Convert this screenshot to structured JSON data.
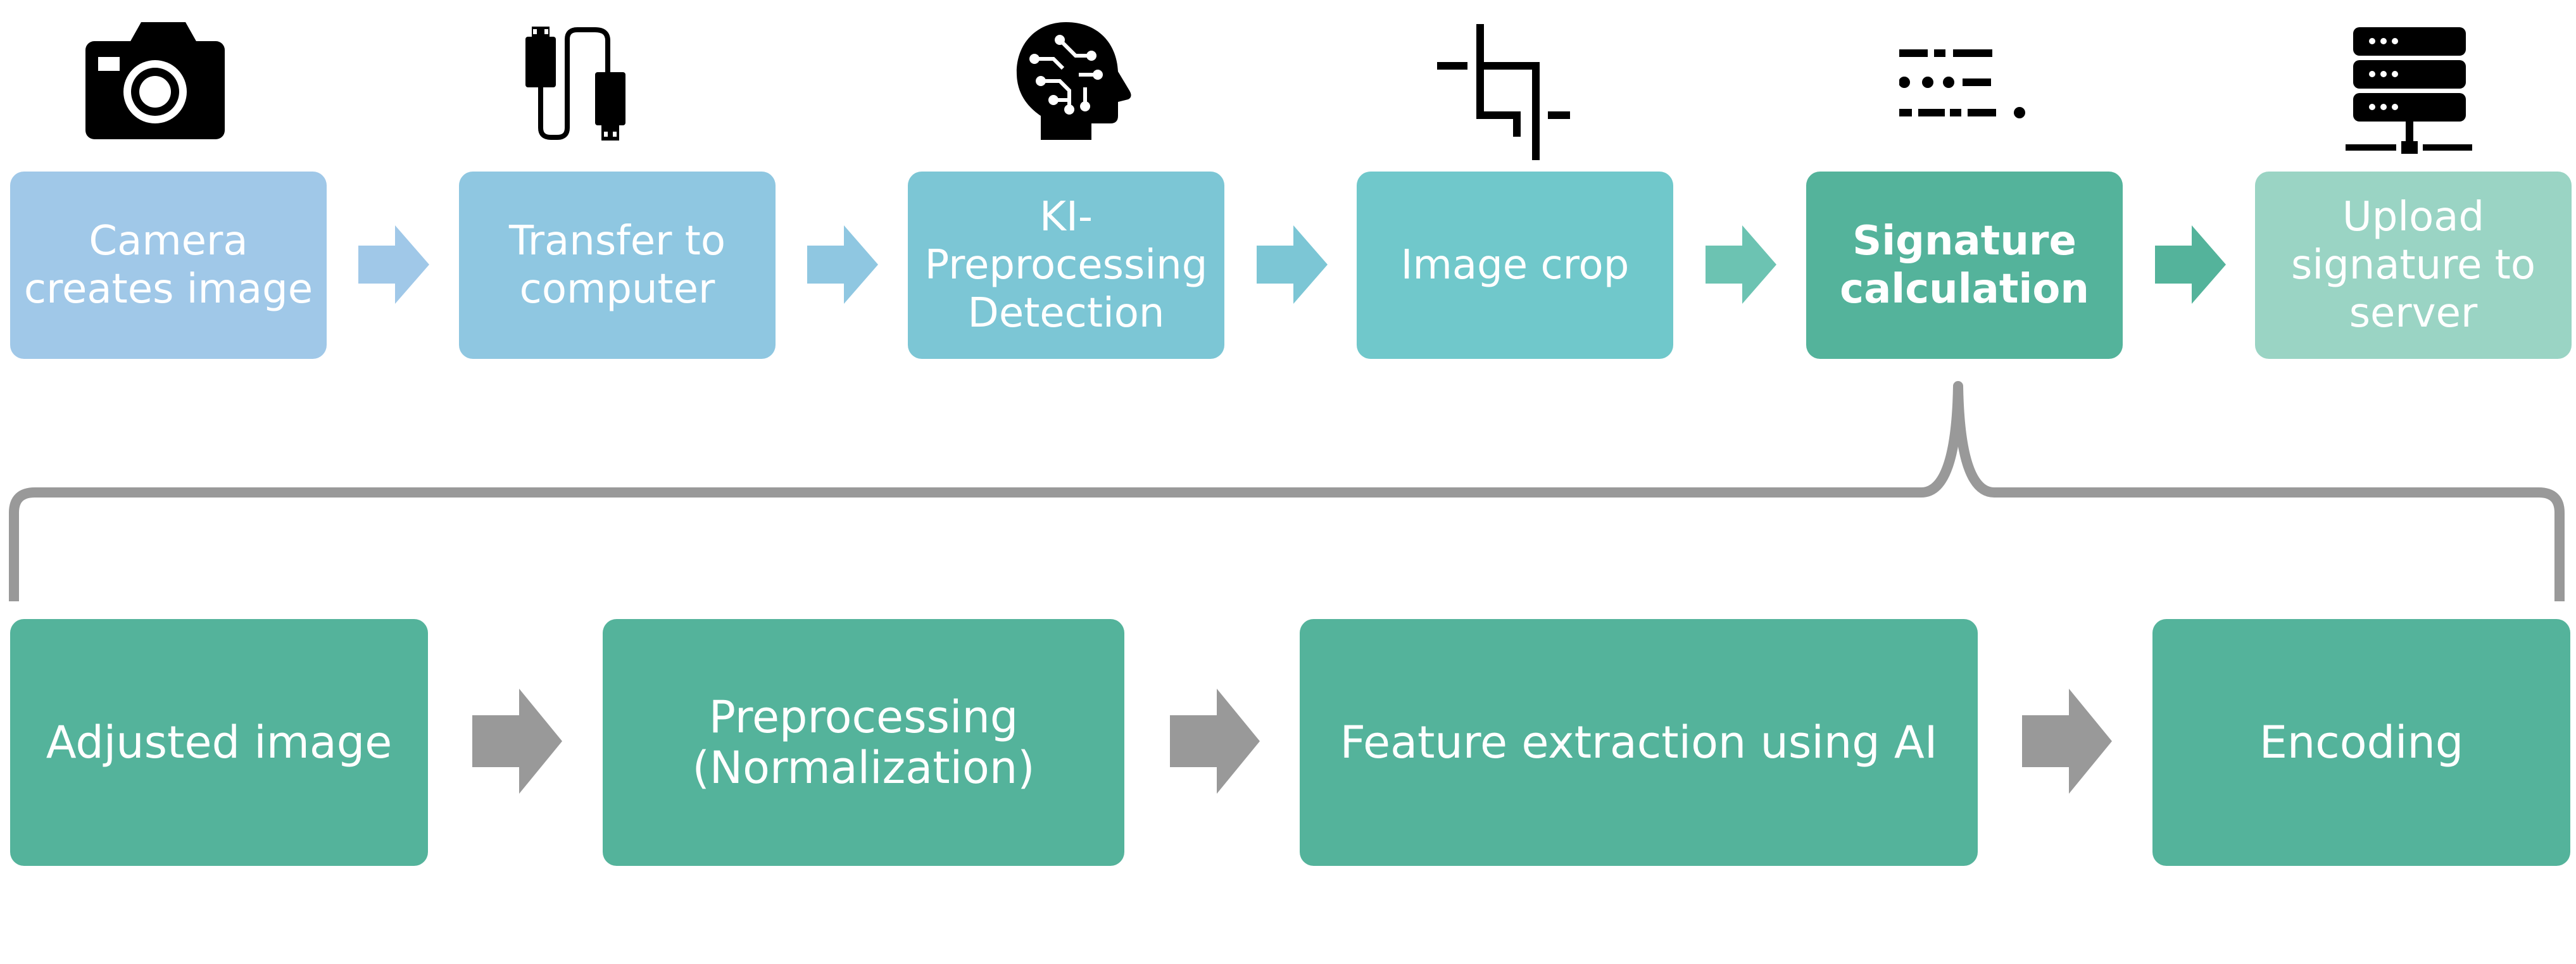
{
  "colors": {
    "step1": "#a0c8e8",
    "step2": "#8fc7e1",
    "step3": "#7cc6d5",
    "step4": "#70c8cb",
    "step5": "#54b39b",
    "step6": "#9ad4c4",
    "substep": "#54b39b",
    "bracket": "#999999",
    "gray_arrow": "#999999",
    "icon": "#000000"
  },
  "pipeline": {
    "steps": [
      {
        "label": "Camera\ncreates image",
        "icon": "camera-icon"
      },
      {
        "label": "Transfer to\ncomputer",
        "icon": "usb-cable-icon"
      },
      {
        "label": "KI-\nPreprocessing\nDetection",
        "icon": "ai-brain-icon"
      },
      {
        "label": "Image crop",
        "icon": "crop-icon"
      },
      {
        "label": "Signature\ncalculation",
        "icon": "signature-code-icon"
      },
      {
        "label": "Upload\nsignature to\nserver",
        "icon": "server-icon"
      }
    ]
  },
  "detail": {
    "steps": [
      {
        "label": "Adjusted image"
      },
      {
        "label": "Preprocessing\n(Normalization)"
      },
      {
        "label": "Feature extraction using AI"
      },
      {
        "label": "Encoding"
      }
    ]
  }
}
